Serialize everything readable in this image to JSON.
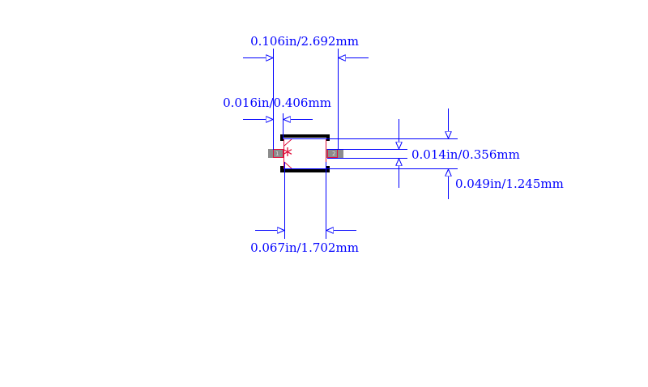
{
  "dimensions": {
    "overall_length": "0.106in/2.692mm",
    "pad_width": "0.016in/0.406mm",
    "body_length": "0.067in/1.702mm",
    "pad_height": "0.014in/0.356mm",
    "body_height": "0.049in/1.245mm"
  },
  "pads": [
    {
      "number": "1"
    },
    {
      "number": "2"
    }
  ],
  "pin1_marker": "*",
  "colors": {
    "dimension": "#0000ff",
    "outline": "#e0103c",
    "pad": "#8c8c8c",
    "silkscreen": "#000000"
  }
}
